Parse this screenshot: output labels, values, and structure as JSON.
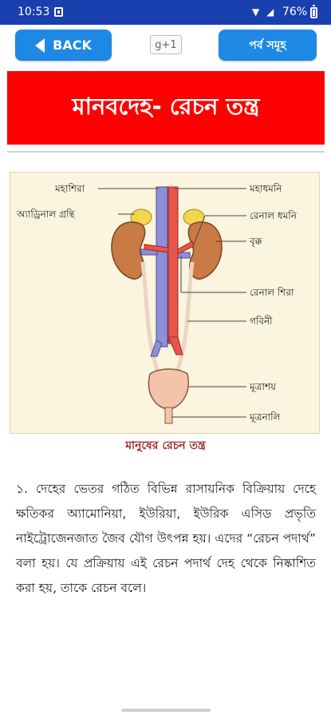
{
  "status_bar": {
    "time": "10:53",
    "battery": "76%"
  },
  "toolbar": {
    "back_label": "BACK",
    "gplus_label": "g+1",
    "chapters_label": "পর্ব সমূহ"
  },
  "page": {
    "title": "মানবদেহ- রেচন তন্ত্র"
  },
  "diagram": {
    "labels": {
      "vena_cava": "মহাশিরা",
      "adrenal": "অ্যাড্রিনাল গ্রন্থি",
      "aorta": "মহাধমনি",
      "renal_artery": "রেনাল ধমনি",
      "kidney": "বৃক্ক",
      "renal_vein": "রেনাল শিরা",
      "ureter": "গবিনী",
      "bladder": "মূত্রাশয়",
      "urethra": "মূত্রনালি"
    },
    "caption": "মানুষের রেচন তন্ত্র"
  },
  "content": {
    "paragraph": "১. দেহের ভেতর গঠিত বিভিন্ন রাসায়নিক বিক্রিয়ায় দেহে ক্ষতিকর অ্যামোনিয়া, ইউরিয়া, ইউরিক এসিড প্রভৃতি নাইট্রোজেনজাত জৈব যৌগ উৎপন্ন হয়। এদের “রেচন পদার্থ” বলা হয়। যে প্রক্রিয়ায় এই রেচন পদার্থ দেহ থেকে নিষ্কাশিত করা হয়, তাকে রেচন বলে।"
  },
  "colors": {
    "status_bar": "#1a3fae",
    "button": "#1e88e5",
    "banner": "#ff0000",
    "caption": "#9b2a1f"
  }
}
